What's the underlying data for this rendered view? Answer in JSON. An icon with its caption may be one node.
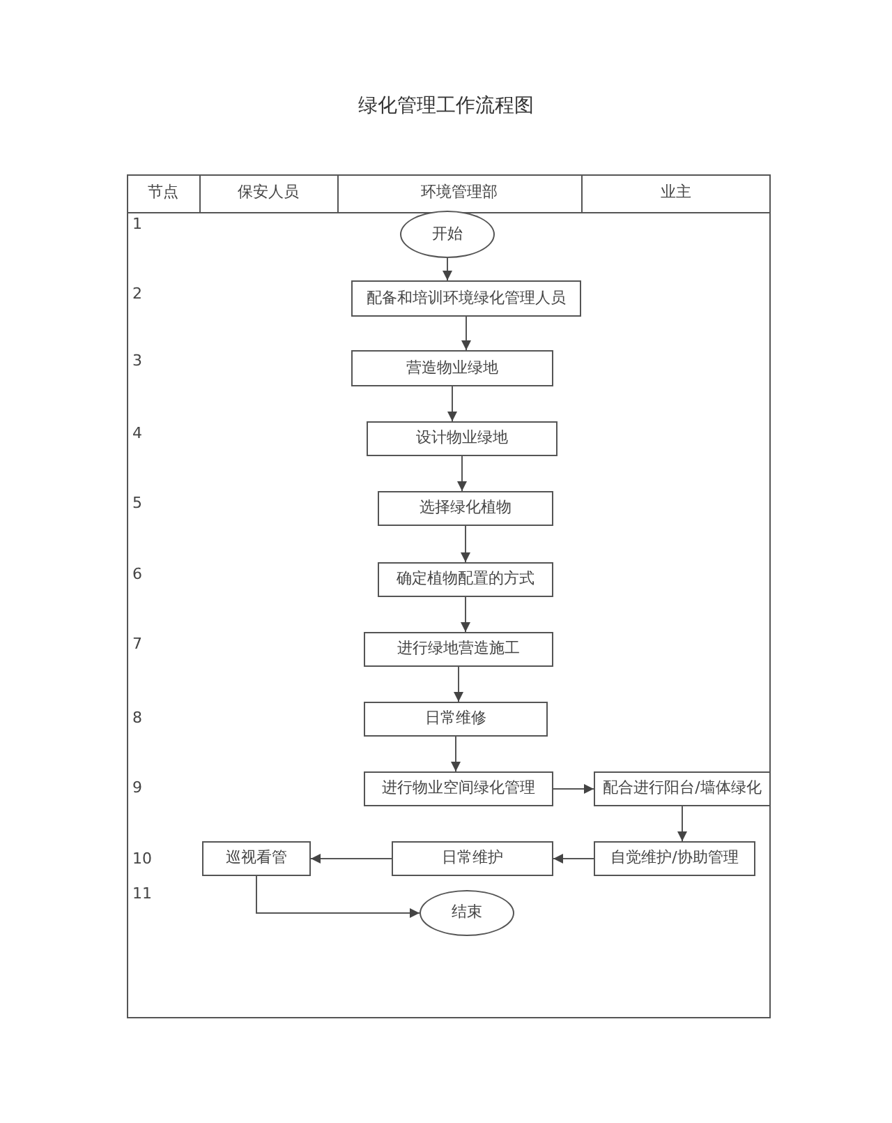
{
  "diagram": {
    "title": "绿化管理工作流程图",
    "nodes": [
      {
        "text": [
          "开始"
        ]
      },
      {
        "text": [
          "配备和培训环境绿化管理人员"
        ]
      },
      {
        "text": [
          "营造物业绿地"
        ]
      },
      {
        "text": [
          "设计物业绿地"
        ]
      },
      {
        "text": [
          "选择绿化植物"
        ]
      },
      {
        "text": [
          "确定植物配置的方式"
        ]
      },
      {
        "text": [
          "进行绿地营造施工"
        ]
      },
      {
        "text": [
          "日常维修"
        ]
      },
      {
        "text": [
          "进行物业空间绿化管理"
        ]
      },
      {
        "text": [
          "配合进行阳台/墙体绿化"
        ]
      },
      {
        "text": [
          "自觉维护/协助管理"
        ]
      },
      {
        "text": [
          "日常维护"
        ]
      },
      {
        "text": [
          "巡视看管"
        ]
      },
      {
        "text": [
          "结束"
        ]
      }
    ],
    "edges": [
      {
        "from": 0,
        "to": 1,
        "arrow": "to"
      },
      {
        "from": 1,
        "to": 2,
        "arrow": "to"
      },
      {
        "from": 2,
        "to": 3,
        "arrow": "to"
      },
      {
        "from": 3,
        "to": 4,
        "arrow": "to"
      },
      {
        "from": 4,
        "to": 5,
        "arrow": "to"
      },
      {
        "from": 5,
        "to": 6,
        "arrow": "to"
      },
      {
        "from": 6,
        "to": 7,
        "arrow": "to"
      },
      {
        "from": 7,
        "to": 8,
        "arrow": "to"
      },
      {
        "from": 8,
        "to": 9,
        "arrow": "to"
      },
      {
        "from": 9,
        "to": 10,
        "arrow": "to"
      },
      {
        "from": 10,
        "to": 11,
        "arrow": "to"
      },
      {
        "from": 11,
        "to": 12,
        "arrow": "to"
      },
      {
        "from": 12,
        "to": 13,
        "arrow": "to"
      }
    ],
    "labels": [
      "节点",
      "保安人员",
      "环境管理部",
      "业主",
      "1",
      "2",
      "3",
      "4",
      "5",
      "6",
      "7",
      "8",
      "9",
      "10",
      "11"
    ]
  }
}
